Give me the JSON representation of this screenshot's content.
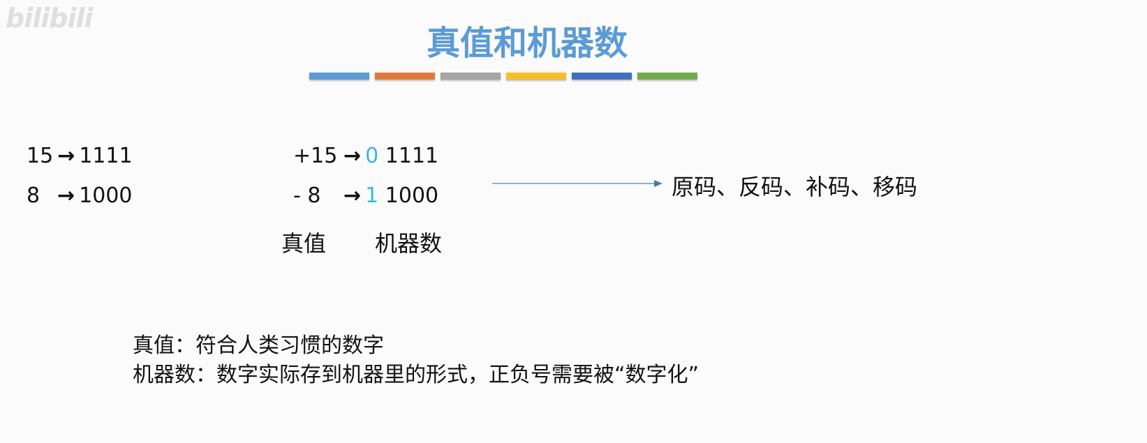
{
  "watermark": "bilibili",
  "title": "真值和机器数",
  "color_bar": [
    "#5b9bd5",
    "#e07a3a",
    "#a5a5a5",
    "#f7be2c",
    "#4070bf",
    "#72ac4d"
  ],
  "left": {
    "rows": [
      {
        "from": "15",
        "arrow": "→",
        "to": "1111"
      },
      {
        "from": "8",
        "arrow": "→",
        "to": "1000"
      }
    ]
  },
  "middle": {
    "rows": [
      {
        "value": "+15",
        "arrow": "→",
        "sign_bit": "0",
        "bits": "1111"
      },
      {
        "value": "- 8",
        "arrow": "→",
        "sign_bit": "1",
        "bits": "1000"
      }
    ],
    "true_value_label": "真值",
    "machine_number_label": "机器数"
  },
  "codes_label": "原码、反码、补码、移码",
  "definitions": [
    "真值：符合人类习惯的数字",
    "机器数：数字实际存到机器里的形式，正负号需要被“数字化”"
  ],
  "accent_color": "#38b6e8"
}
